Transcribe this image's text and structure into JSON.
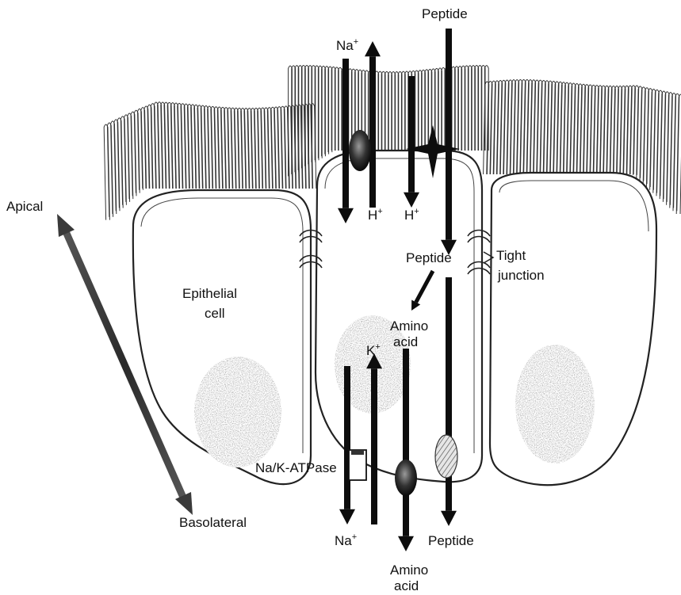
{
  "labels": {
    "peptide_top": "Peptide",
    "na_top": "Na",
    "na_top_sup": "+",
    "h_left": "H",
    "h_left_sup": "+",
    "h_right": "H",
    "h_right_sup": "+",
    "apical": "Apical",
    "basolateral": "Basolateral",
    "epithelial_1": "Epithelial",
    "epithelial_2": "cell",
    "peptide_mid": "Peptide",
    "tight_1": "Tight",
    "tight_2": "junction",
    "amino_mid_1": "Amino",
    "amino_mid_2": "acid",
    "k": "K",
    "k_sup": "+",
    "atpase": "Na/K-ATPase",
    "na_bottom": "Na",
    "na_bottom_sup": "+",
    "peptide_bottom": "Peptide",
    "amino_bottom_1": "Amino",
    "amino_bottom_2": "acid"
  },
  "colors": {
    "arrow": "#0d0d0d",
    "cell_outline": "#222222",
    "nucleus_stipple": "#8a8a8a",
    "axis_arrow": "#3a3a3a"
  },
  "icons": {
    "transporter_oval": "ellipse",
    "atpase_box": "square",
    "peptide_transporter_hatched": "hatched-oval",
    "h_exchanger_star": "four-point-star"
  }
}
